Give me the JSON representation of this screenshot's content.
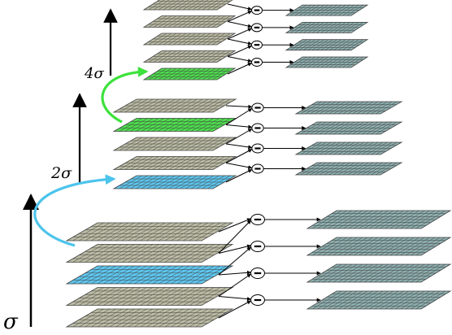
{
  "labels": {
    "octave1": "σ",
    "octave2": "2σ",
    "octave3": "4σ",
    "subtract_symbol": "−"
  },
  "colors": {
    "gaussian_grid": "#bcbca5",
    "gaussian_highlight_octave1": "#5ec7f0",
    "gaussian_highlight_octave2": "#4ee04e",
    "dog_grid": "#8fb0b0",
    "arrow_octave1_to_2": "#4cc4ec",
    "arrow_octave2_to_3": "#3de23d",
    "grid_line": "#404040"
  },
  "octaves": [
    {
      "gaussian_layers": 5,
      "dog_layers": 4,
      "highlighted_layer": 2
    },
    {
      "gaussian_layers": 5,
      "dog_layers": 4,
      "highlighted_layer": 0
    },
    {
      "gaussian_layers": 5,
      "dog_layers": 4,
      "highlighted_layer": 0
    }
  ]
}
